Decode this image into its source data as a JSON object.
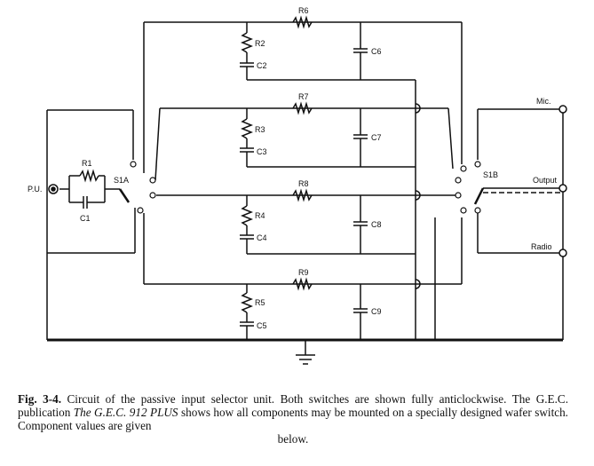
{
  "labels": {
    "pu": "P.U.",
    "mic": "Mic.",
    "output": "Output",
    "radio": "Radio",
    "s1a": "S1A",
    "s1b": "S1B",
    "r1": "R1",
    "c1": "C1",
    "r2": "R2",
    "c2": "C2",
    "r3": "R3",
    "c3": "C3",
    "r4": "R4",
    "c4": "C4",
    "r5": "R5",
    "c5": "C5",
    "r6": "R6",
    "c6": "C6",
    "r7": "R7",
    "c7": "C7",
    "r8": "R8",
    "c8": "C8",
    "r9": "R9",
    "c9": "C9"
  },
  "caption": {
    "fig_label": "Fig. 3-4.",
    "text1": "Circuit of the passive input selector unit.   Both switches are shown fully anticlockwise.   The G.E.C. publication ",
    "publication": "The G.E.C. 912 PLUS",
    "text2": " shows how all components may be mounted on a specially designed wafer switch.  Component values are given",
    "text3": "below."
  }
}
